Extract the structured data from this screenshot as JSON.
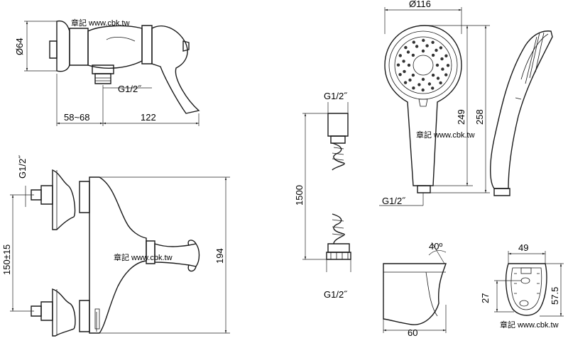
{
  "watermarks": [
    "章記 www.cbk.tw",
    "章記 www.cbk.tw",
    "章記 www.cbk.tw",
    "章記 www.cbk.tw"
  ],
  "dims": {
    "faucet_dia": "Ø64",
    "faucet_inlet": "G1/2˝",
    "faucet_offset": "58~68",
    "faucet_len": "122",
    "side_inlet": "G1/2˝",
    "side_spacing": "150±15",
    "side_height": "194",
    "hose_top": "G1/2˝",
    "hose_len": "1500",
    "hose_bottom": "G1/2˝",
    "head_dia": "Ø116",
    "head_249": "249",
    "head_258": "258",
    "head_thread": "G1/2˝",
    "holder_angle": "40º",
    "holder_len": "60",
    "bracket_w": "49",
    "bracket_27": "27",
    "bracket_h": "57.5"
  }
}
